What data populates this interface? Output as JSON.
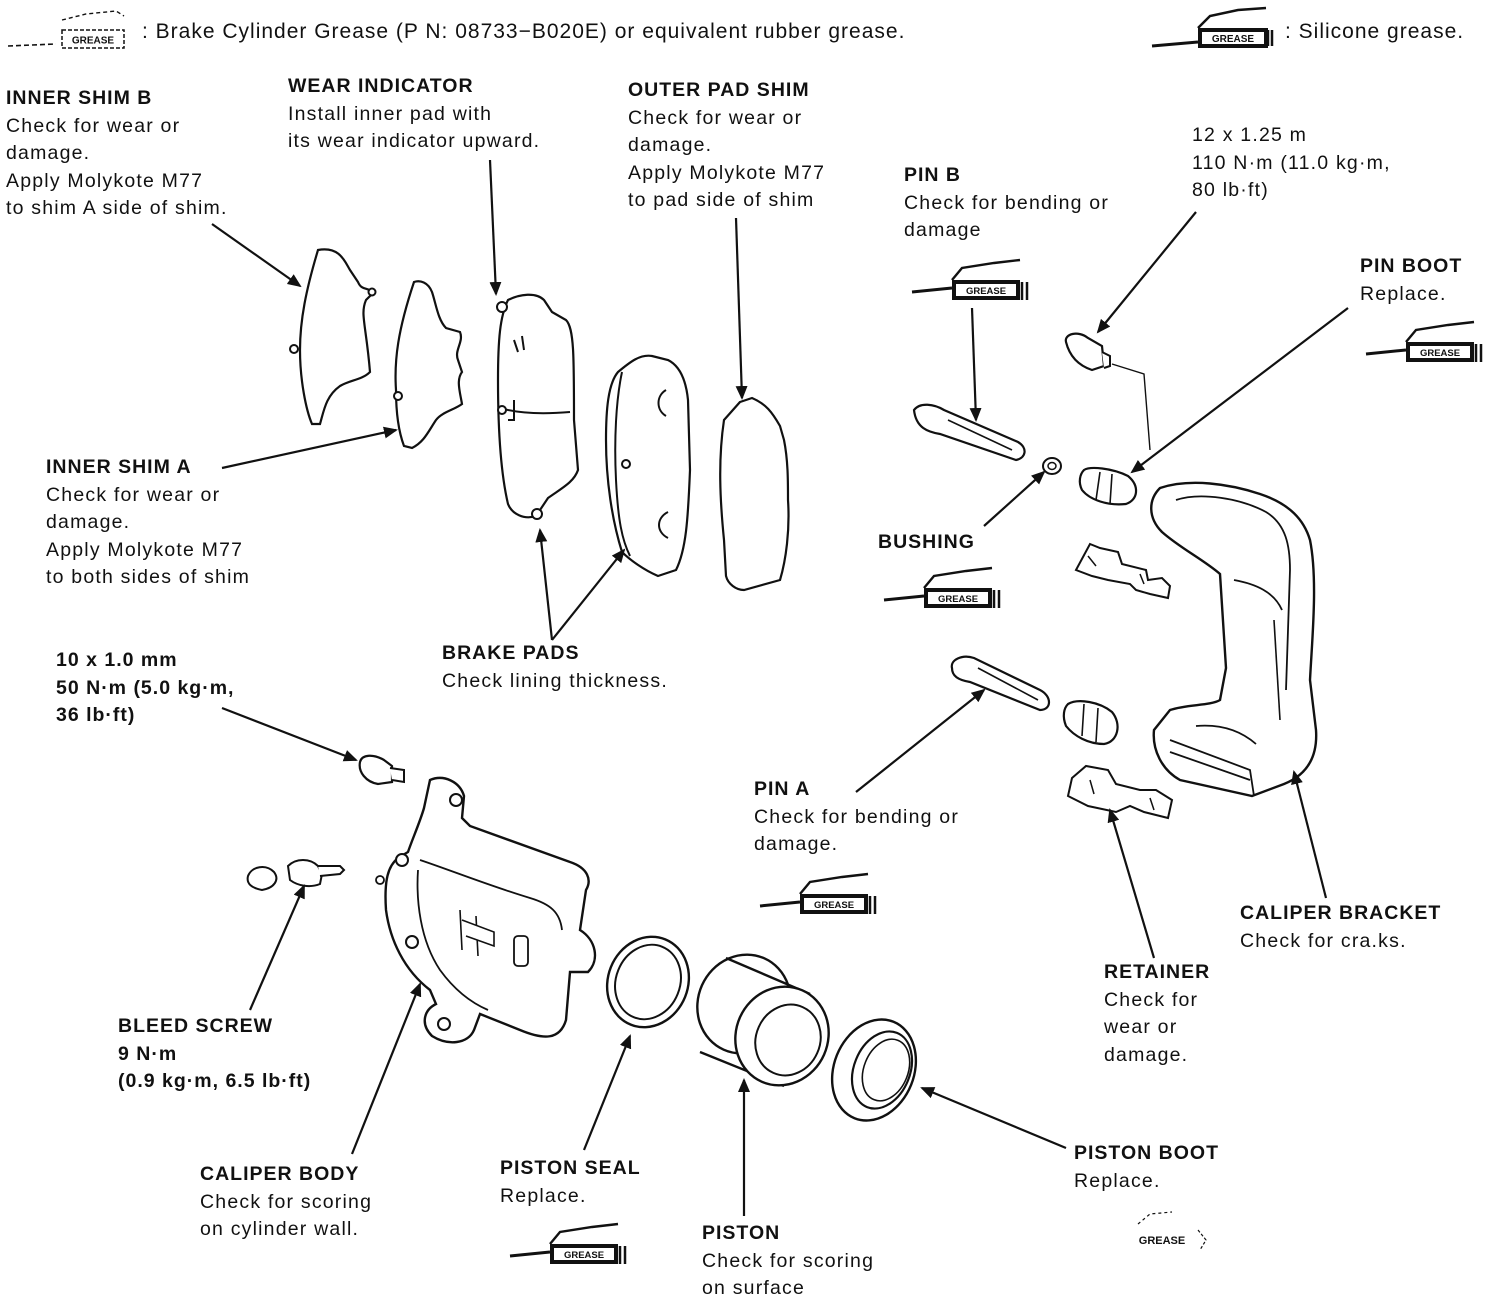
{
  "legend": {
    "grease_icon_text": "GREASE",
    "brake_grease_desc": ": Brake Cylinder Grease (P N: 08733−B020E) or equivalent rubber grease.",
    "silicone_grease_desc": ": Silicone grease."
  },
  "labels": {
    "inner_shim_b": {
      "title": "INNER SHIM B",
      "lines": [
        "Check for wear or",
        "damage.",
        "Apply Molykote M77",
        "to shim A side of shim."
      ]
    },
    "wear_indicator": {
      "title": "WEAR INDICATOR",
      "lines": [
        "Install inner pad with",
        "its wear indicator upward."
      ]
    },
    "outer_pad_shim": {
      "title": "OUTER PAD SHIM",
      "lines": [
        "Check for wear or",
        "damage.",
        "Apply Molykote M77",
        "to pad side of shim"
      ]
    },
    "pin_b": {
      "title": "PIN B",
      "lines": [
        "Check for bending or",
        "damage"
      ]
    },
    "bolt_upper": {
      "title": "12 x 1.25 m",
      "lines": [
        "110 N·m (11.0 kg·m,",
        "80 lb·ft)"
      ]
    },
    "pin_boot": {
      "title": "PIN BOOT",
      "lines": [
        "Replace."
      ]
    },
    "inner_shim_a": {
      "title": "INNER SHIM A",
      "lines": [
        "Check for wear or",
        "damage.",
        "Apply Molykote M77",
        "to both sides of shim"
      ]
    },
    "bushing": {
      "title": "BUSHING",
      "lines": []
    },
    "brake_pads": {
      "title": "BRAKE PADS",
      "lines": [
        "Check lining thickness."
      ]
    },
    "bolt_lower": {
      "title": "10 x 1.0 mm",
      "lines": [
        "50 N·m (5.0 kg·m,",
        "36 lb·ft)"
      ]
    },
    "pin_a": {
      "title": "PIN A",
      "lines": [
        "Check for bending or",
        "damage."
      ]
    },
    "caliper_bracket": {
      "title": "CALIPER BRACKET",
      "lines": [
        "Check for cra.ks."
      ]
    },
    "retainer": {
      "title": "RETAINER",
      "lines": [
        "Check for",
        "wear or",
        "damage."
      ]
    },
    "bleed_screw": {
      "title": "BLEED SCREW",
      "lines": [
        "9 N·m",
        "(0.9 kg·m, 6.5 lb·ft)"
      ]
    },
    "caliper_body": {
      "title": "CALIPER BODY",
      "lines": [
        "Check for scoring",
        "on cylinder wall."
      ]
    },
    "piston_seal": {
      "title": "PISTON SEAL",
      "lines": [
        "Replace."
      ]
    },
    "piston": {
      "title": "PISTON",
      "lines": [
        "Check for scoring",
        "on surface"
      ]
    },
    "piston_boot": {
      "title": "PISTON BOOT",
      "lines": [
        "Replace."
      ]
    }
  }
}
